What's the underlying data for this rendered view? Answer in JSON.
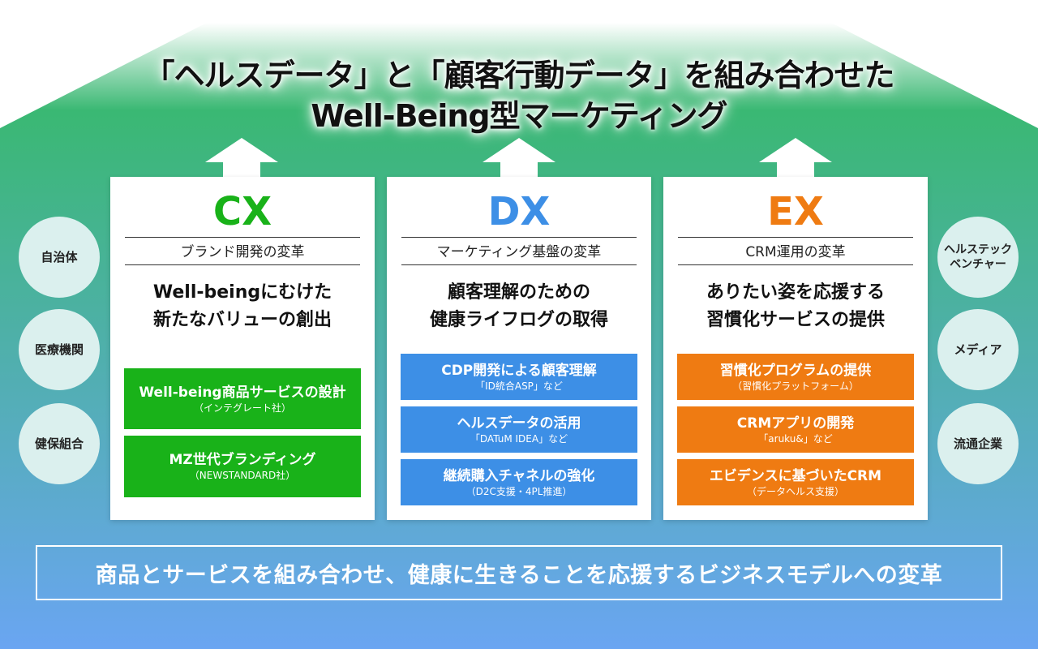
{
  "colors": {
    "cx": "#19b219",
    "dx": "#3d8fe6",
    "ex": "#ef7b12",
    "grad_top": "#3ab873",
    "grad_bottom": "#6aa5f2",
    "circle_bg": "#dbf0ee"
  },
  "title": {
    "line1": "「ヘルスデータ」と「顧客行動データ」を組み合わせた",
    "line2": "Well-Being型マーケティング"
  },
  "left_circles": [
    "自治体",
    "医療機関",
    "健保組合"
  ],
  "right_circles": [
    {
      "line1": "ヘルステック",
      "line2": "ベンチャー"
    },
    {
      "line1": "メディア",
      "line2": ""
    },
    {
      "line1": "流通企業",
      "line2": ""
    }
  ],
  "cards": [
    {
      "head": "CX",
      "sub": "ブランド開発の変革",
      "lead1": "Well-beingにむけた",
      "lead2": "新たなバリューの創出",
      "items": [
        {
          "main": "Well-being商品サービスの設計",
          "note": "（インテグレート社）"
        },
        {
          "main": "MZ世代ブランディング",
          "note": "（NEWSTANDARD社）"
        }
      ]
    },
    {
      "head": "DX",
      "sub": "マーケティング基盤の変革",
      "lead1": "顧客理解のための",
      "lead2": "健康ライフログの取得",
      "items": [
        {
          "main": "CDP開発による顧客理解",
          "note": "「ID統合ASP」など"
        },
        {
          "main": "ヘルスデータの活用",
          "note": "「DATuM IDEA」など"
        },
        {
          "main": "継続購入チャネルの強化",
          "note": "（D2C支援・4PL推進）"
        }
      ]
    },
    {
      "head": "EX",
      "sub": "CRM運用の変革",
      "lead1": "ありたい姿を応援する",
      "lead2": "習慣化サービスの提供",
      "items": [
        {
          "main": "習慣化プログラムの提供",
          "note": "（習慣化プラットフォーム）"
        },
        {
          "main": "CRMアプリの開発",
          "note": "「aruku&」など"
        },
        {
          "main": "エビデンスに基づいたCRM",
          "note": "（データヘルス支援）"
        }
      ]
    }
  ],
  "bottom": "商品とサービスを組み合わせ、健康に生きることを応援するビジネスモデルへの変革"
}
